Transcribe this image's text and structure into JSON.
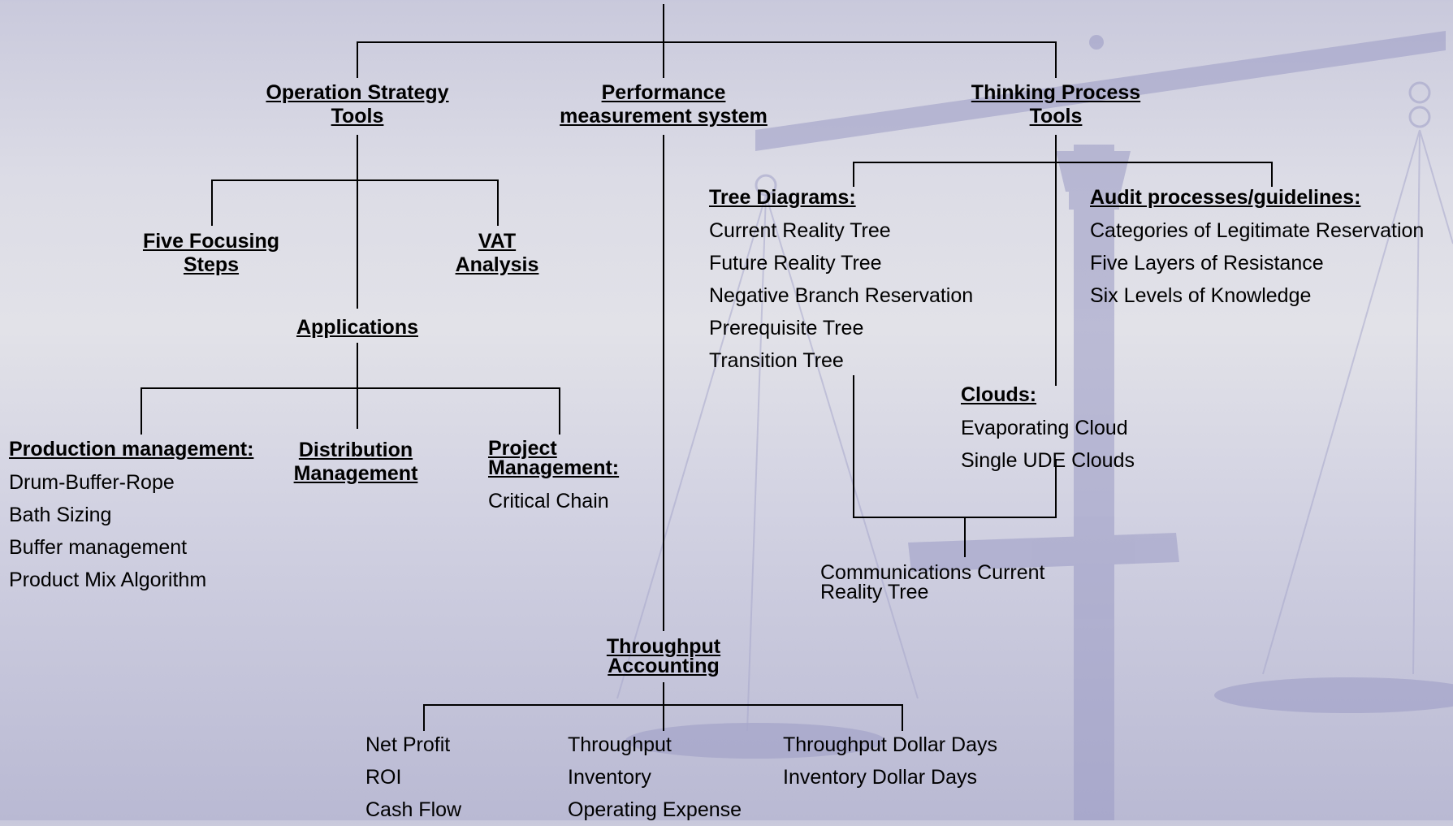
{
  "colors": {
    "background": "#d8d8e4",
    "scale_watermark": "#9a9ac4",
    "connector": "#000000"
  },
  "watermark": {
    "icon": "balance-scale-icon"
  },
  "nodes": {
    "operation_strategy": "Operation Strategy Tools",
    "performance_measurement": "Performance measurement system",
    "thinking_process": "Thinking Process Tools",
    "five_focusing_steps": "Five Focusing Steps",
    "vat_analysis": "VAT Analysis",
    "applications": "Applications",
    "production_management": "Production management:",
    "distribution_management": "Distribution Management",
    "project_management": "Project Management:",
    "tree_diagrams": "Tree Diagrams:",
    "audit_processes": "Audit processes/guidelines:",
    "clouds": "Clouds:",
    "communications_crt": "Communications Current Reality Tree",
    "throughput_accounting": "Throughput Accounting"
  },
  "lists": {
    "production_management": [
      "Drum-Buffer-Rope",
      "Bath Sizing",
      "Buffer management",
      "Product Mix Algorithm"
    ],
    "project_management": [
      "Critical Chain"
    ],
    "tree_diagrams": [
      "Current Reality Tree",
      "Future Reality Tree",
      "Negative Branch Reservation",
      "Prerequisite Tree",
      "Transition Tree"
    ],
    "audit_processes": [
      "Categories of Legitimate Reservation",
      "Five Layers of Resistance",
      "Six Levels of Knowledge"
    ],
    "clouds": [
      "Evaporating Cloud",
      "Single UDE Clouds"
    ],
    "throughput_left": [
      "Net Profit",
      "ROI",
      "Cash Flow"
    ],
    "throughput_middle": [
      "Throughput",
      "Inventory",
      "Operating Expense"
    ],
    "throughput_right": [
      "Throughput Dollar Days",
      "Inventory Dollar Days"
    ]
  }
}
